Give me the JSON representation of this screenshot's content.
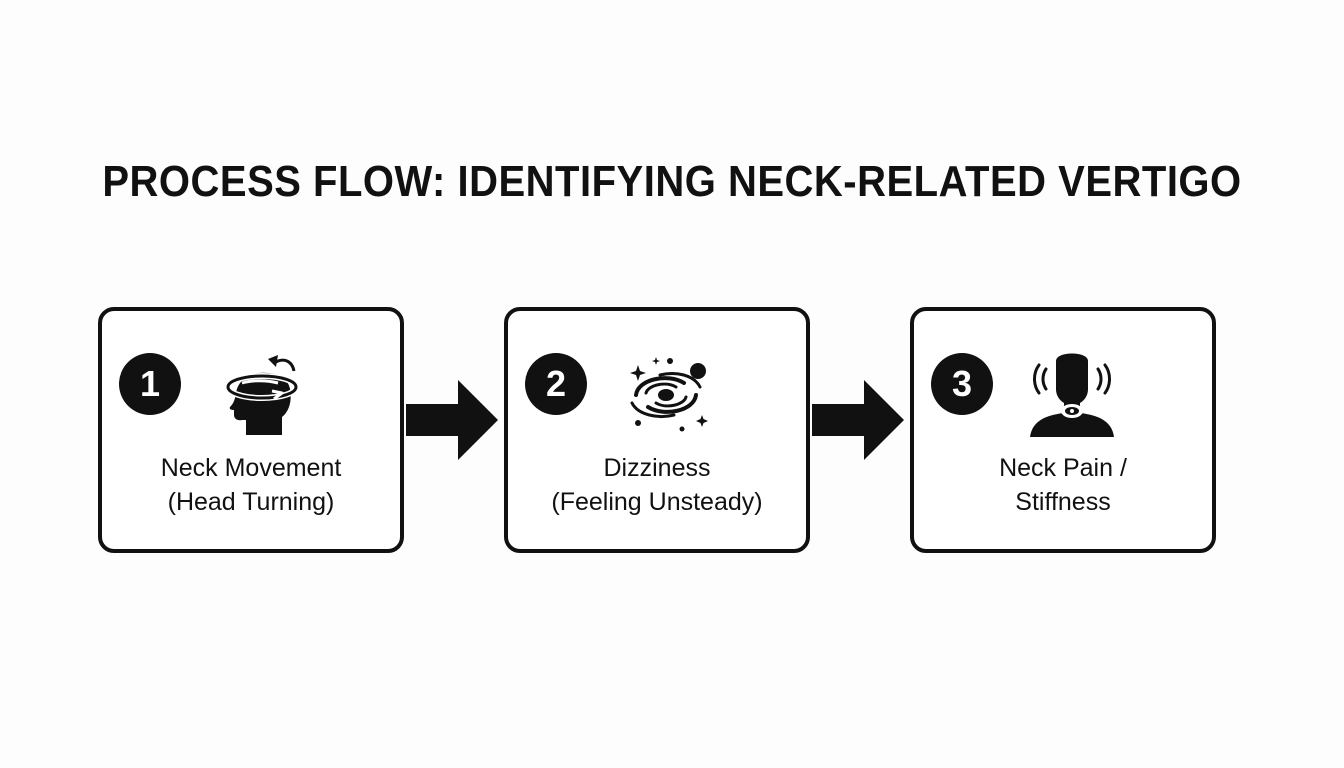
{
  "title": "PROCESS FLOW: IDENTIFYING NECK-RELATED VERTIGO",
  "steps": [
    {
      "number": "1",
      "icon": "head-turning-icon",
      "label_line1": "Neck Movement",
      "label_line2": "(Head Turning)"
    },
    {
      "number": "2",
      "icon": "dizziness-swirl-icon",
      "label_line1": "Dizziness",
      "label_line2": "(Feeling Unsteady)"
    },
    {
      "number": "3",
      "icon": "neck-pain-icon",
      "label_line1": "Neck Pain /",
      "label_line2": "Stiffness"
    }
  ],
  "colors": {
    "ink": "#111111",
    "background": "#fdfdfd"
  }
}
